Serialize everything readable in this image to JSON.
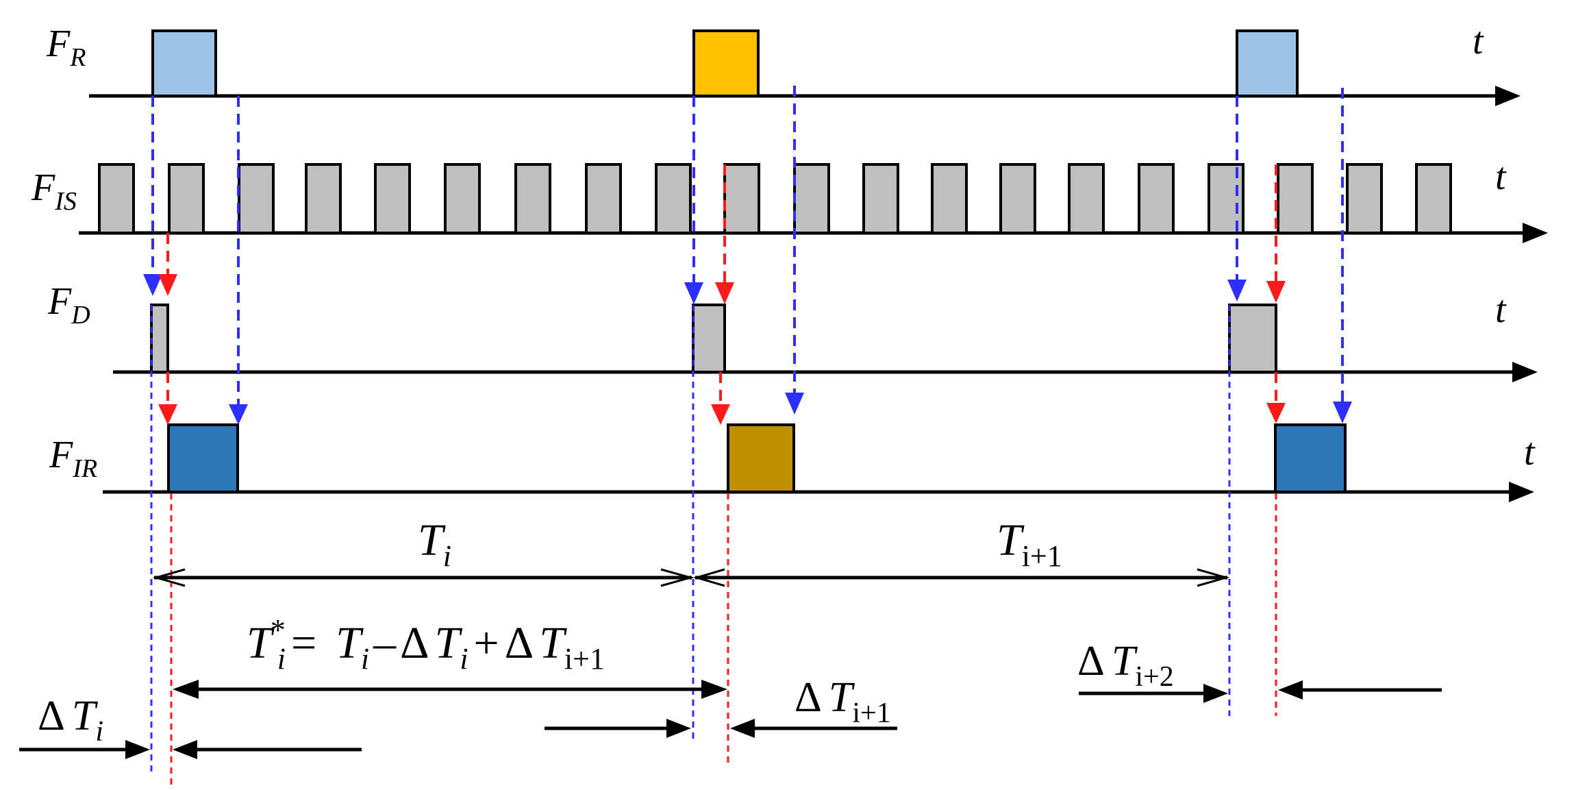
{
  "signals": [
    {
      "name": "F",
      "sub": "R",
      "axis": "t"
    },
    {
      "name": "F",
      "sub": "IS",
      "axis": "t"
    },
    {
      "name": "F",
      "sub": "D",
      "axis": "t"
    },
    {
      "name": "F",
      "sub": "IR",
      "axis": "t"
    }
  ],
  "periods": [
    {
      "var": "T",
      "sub": "i"
    },
    {
      "var": "T",
      "sub": "i+1"
    }
  ],
  "equation": {
    "lhs_var": "T",
    "lhs_sup": "*",
    "lhs_sub": "i",
    "eq": "=",
    "t_var": "T",
    "t_sub": "i",
    "minus": "–",
    "d1": "Δ",
    "d1_var": "T",
    "d1_sub": "i",
    "plus": "+",
    "d2": "Δ",
    "d2_var": "T",
    "d2_sub": "i+1"
  },
  "deltas": [
    {
      "delta": "Δ",
      "var": "T",
      "sub": "i"
    },
    {
      "delta": "Δ",
      "var": "T",
      "sub": "i+1"
    },
    {
      "delta": "Δ",
      "var": "T",
      "sub": "i+2"
    }
  ],
  "colors": {
    "light_blue_pulse": "#9DC3E6",
    "orange_pulse": "#FFC000",
    "gray_pulse": "#BFBFBF",
    "dark_blue_pulse": "#2E75B6",
    "dark_gold_pulse": "#BF8F00",
    "blue_marker": "#2E2EFF",
    "red_marker": "#FF1A1A"
  }
}
